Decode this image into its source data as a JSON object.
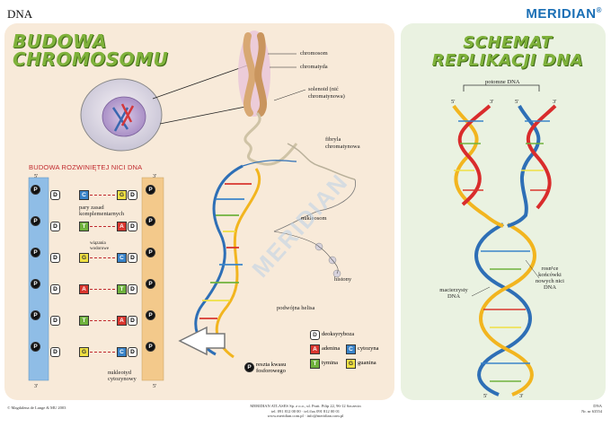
{
  "header": {
    "topic": "DNA",
    "brand": "MERIDIAN",
    "brand_mark": "®"
  },
  "left_title": {
    "line1": "BUDOWA",
    "line2": "CHROMOSOMU"
  },
  "right_title": {
    "line1": "SCHEMAT",
    "line2": "REPLIKACJI DNA"
  },
  "chromosome_labels": {
    "chromosom": "chromosom",
    "chromatyda": "chromatyda",
    "solenoid": "solenoid (nić",
    "solenoid2": "chromatynowa)",
    "fibryla": "fibryla",
    "fibryla2": "chromatynowa",
    "nukleosom": "nukleosom",
    "histony": "histony",
    "podwojna": "podwójna helisa"
  },
  "dna_structure": {
    "title": "BUDOWA ROZWINIĘTEJ NICI DNA",
    "end_left_top": "5'",
    "end_right_top": "3'",
    "end_left_bottom": "3'",
    "end_right_bottom": "5'",
    "pair_label1": "pary zasad",
    "pair_label2": "komplementarnych",
    "hbond1": "wiązania",
    "hbond2": "wodorowe",
    "nucleotide1": "nukleotyd",
    "nucleotide2": "cytozynowy",
    "sugar_letter": "D",
    "phosphate_letter": "P",
    "left_bases": [
      "C",
      "T",
      "G",
      "A",
      "T",
      "G"
    ],
    "right_bases": [
      "G",
      "A",
      "C",
      "T",
      "A",
      "C"
    ]
  },
  "legend": {
    "sugar": "deoksyryboza",
    "adenine": "adenina",
    "cytosine": "cytozyna",
    "thymine": "tymina",
    "guanine": "guanina",
    "phosphate1": "reszta kwasu",
    "phosphate2": "fosforowego",
    "letters": {
      "A": "A",
      "C": "C",
      "T": "T",
      "G": "G",
      "D": "D",
      "P": "P"
    }
  },
  "replication": {
    "top_label": "potomne DNA",
    "ends_top": [
      "5'",
      "3'",
      "5'",
      "3'"
    ],
    "parent_label1": "macierzysty",
    "parent_label2": "DNA",
    "growing1": "rosn¹ce",
    "growing2": "końcówki",
    "growing3": "nowych nici",
    "growing4": "DNA",
    "ends_bottom": [
      "5'",
      "3'"
    ]
  },
  "watermark": "MERIDIAN",
  "footer": {
    "left": "© Magdalena de Lange & MU 2003",
    "center1": "MERIDIAN ATLASES Sp. z o.o., ul. Pratt. Pilip 22, 96-12 Szczecin",
    "center2": "tel. 091 812 00 00 · tel./fax 091 812 00 01",
    "center3": "www.meridian.com.pl · info@meridian.com.pl",
    "right1": "DNA",
    "right2": "Nr. nr 63554"
  },
  "colors": {
    "title_green": "#7fb23b",
    "backbone_blue": "#8fbde6",
    "backbone_tan": "#f3c98b",
    "adenine": "#d9362e",
    "cytosine": "#3a84c9",
    "thymine": "#6fb23d",
    "guanine": "#efe043",
    "strand_yellow": "#f2b51f",
    "strand_blue": "#2e6fb6",
    "strand_red": "#d92c2c"
  }
}
